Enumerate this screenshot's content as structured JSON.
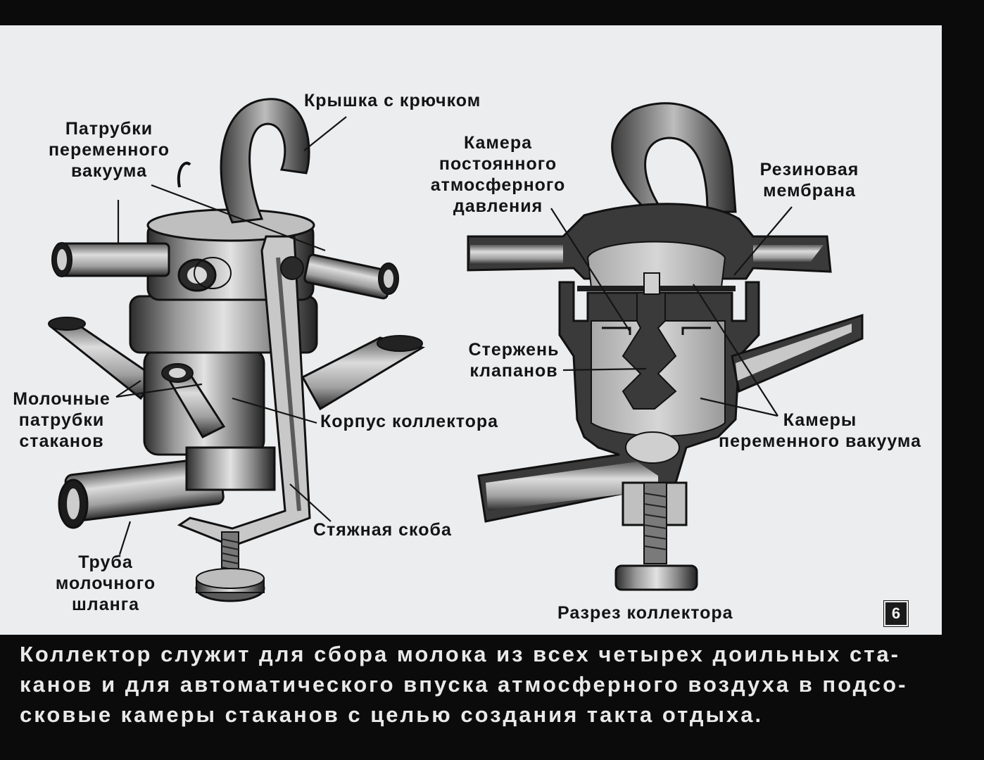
{
  "labels": {
    "cover_with_hook": "Крышка с крючком",
    "variable_vacuum_pipes": "Патрубки\nпеременного\nвакуума",
    "constant_pressure_chamber": "Камера\nпостоянного\nатмосферного\nдавления",
    "rubber_membrane": "Резиновая\nмембрана",
    "valve_rod": "Стержень\nклапанов",
    "milk_cup_pipes": "Молочные\nпатрубки\nстаканов",
    "collector_body": "Корпус коллектора",
    "variable_vacuum_chambers": "Камеры\nпеременного вакуума",
    "clamp_bracket": "Стяжная скоба",
    "milk_hose_tube": "Труба\nмолочного\nшланга",
    "section_title": "Разрез коллектора"
  },
  "slide_number": "6",
  "caption": "Коллектор служит для сбора молока из всех четырех доильных ста-\nканов и для автоматического впуска атмосферного воздуха в подсо-\nсковые камеры стаканов с целью создания такта отдыха.",
  "colors": {
    "background": "#0b0b0b",
    "panel": "#ecedef",
    "ink": "#141414",
    "metal_light": "#d9d9d9",
    "metal_dark": "#3a3a3a",
    "caption": "#e9e9e9"
  }
}
